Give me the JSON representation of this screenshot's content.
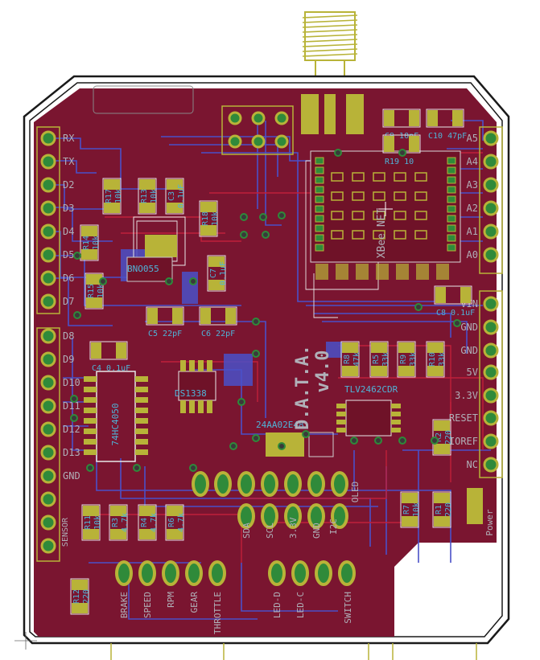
{
  "colors": {
    "background": "#ffffff",
    "outline": "#000000",
    "board": "#7a1530",
    "board_light": "#8e1a3a",
    "pad": "#b8b338",
    "pad_dark": "#7d7a22",
    "pad_green": "#2f8a3a",
    "trace_blue": "#4a50c8",
    "trace_red": "#c0203a",
    "silk": "#ffffff",
    "label_cyan": "#4fb4d8",
    "label_gray": "#b0b0b8"
  },
  "left_header": {
    "pins": [
      "RX",
      "TX",
      "D2",
      "D3",
      "D4",
      "D5",
      "D6",
      "D7",
      "D8",
      "D9",
      "D10",
      "D11",
      "D12",
      "D13",
      "GND",
      "",
      "SENSOR",
      ""
    ]
  },
  "right_header": {
    "pins": [
      "A5",
      "A4",
      "A3",
      "A2",
      "A1",
      "A0",
      "VIN",
      "GND",
      "GND",
      "5V",
      "3.3V",
      "RESET",
      "IOREF",
      "NC"
    ],
    "group_label": "Power"
  },
  "components": {
    "r17": {
      "ref": "R17",
      "value": "10k"
    },
    "r13": {
      "ref": "R13",
      "value": "10k"
    },
    "c3": {
      "ref": "C3",
      "value": "0.1uF"
    },
    "r18": {
      "ref": "R18",
      "value": "10k"
    },
    "r14": {
      "ref": "R14",
      "value": "10k"
    },
    "r15": {
      "ref": "R15",
      "value": "10k"
    },
    "bno": {
      "ref": "BNO055"
    },
    "c7": {
      "ref": "C7",
      "value": "0.1uF"
    },
    "c5": {
      "ref": "C5",
      "value": "22pF"
    },
    "c6": {
      "ref": "C6",
      "value": "22pF"
    },
    "c4": {
      "ref": "C4",
      "value": "0.1uF"
    },
    "ic1": {
      "ref": "74HC4050"
    },
    "ds": {
      "ref": "DS1338"
    },
    "eeprom": {
      "ref": "24AA02E48"
    },
    "c9": {
      "ref": "C9",
      "value": "10nF"
    },
    "c10": {
      "ref": "C10",
      "value": "47pF"
    },
    "r19": {
      "ref": "R19",
      "value": "10"
    },
    "xbee": {
      "ref": "XBee NET"
    },
    "c8": {
      "ref": "C8",
      "value": "0.1uF"
    },
    "opamp": {
      "ref": "TLV2462CDR"
    },
    "r8": {
      "ref": "R8",
      "value": "47k"
    },
    "r5": {
      "ref": "R5",
      "value": "33k"
    },
    "r9": {
      "ref": "R9",
      "value": "33k"
    },
    "r10": {
      "ref": "R10",
      "value": "33k"
    },
    "r2": {
      "ref": "R2",
      "value": "220"
    },
    "r7": {
      "ref": "R7",
      "value": "10k"
    },
    "r1": {
      "ref": "R1",
      "value": "220"
    },
    "r11": {
      "ref": "R11",
      "value": "10k"
    },
    "r3": {
      "ref": "R3",
      "value": "4.7k"
    },
    "r4": {
      "ref": "R4",
      "value": "4.7k"
    },
    "r6": {
      "ref": "R6",
      "value": "4.7k"
    },
    "r12": {
      "ref": "R12",
      "value": "220"
    }
  },
  "board_title": {
    "line1": "D.A.T.A.",
    "line2": "v4.0"
  },
  "connectors": {
    "oled": "OLED",
    "i2c": "I2C",
    "sda": "SDA",
    "scl": "SCL",
    "v33": "3.3V",
    "gnd": "GND",
    "bottom": [
      "BRAKE",
      "SPEED",
      "RPM",
      "GEAR",
      "THROTTLE",
      "LED-D",
      "LED-C",
      "SWITCH"
    ]
  }
}
